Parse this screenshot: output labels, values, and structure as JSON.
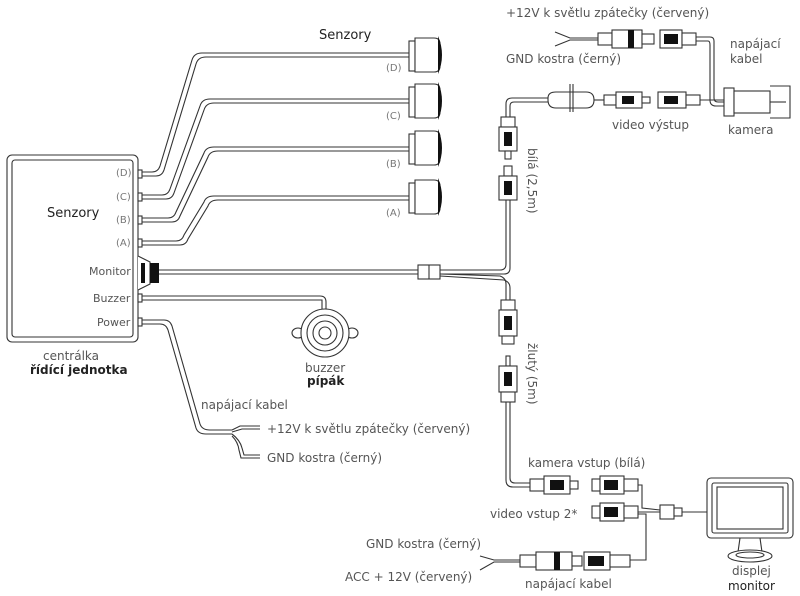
{
  "diagram": {
    "control_unit": {
      "title": "Senzory",
      "ports": [
        "(D)",
        "(C)",
        "(B)",
        "(A)",
        "Monitor",
        "Buzzer",
        "Power"
      ],
      "caption": "centrálka",
      "caption_bold": "řídící jednotka"
    },
    "sensors": {
      "title": "Senzory",
      "labels": [
        "(D)",
        "(C)",
        "(B)",
        "(A)"
      ]
    },
    "buzzer": {
      "caption": "buzzer",
      "caption_bold": "pípák"
    },
    "unit_power": {
      "cable_label": "napájací kabel",
      "red_wire": "+12V k světlu zpátečky (červený)",
      "black_wire": "GND kostra (černý)"
    },
    "camera": {
      "red_wire": "+12V k světlu zpátečky (červený)",
      "black_wire": "GND kostra (černý)",
      "power_cable_label_line1": "napájací",
      "power_cable_label_line2": "kabel",
      "video_out_label": "video výstup",
      "caption": "kamera"
    },
    "cables": {
      "white_cable": "bílá (2,5m)",
      "yellow_cable": "žlutý (5m)"
    },
    "monitor": {
      "camera_input": "kamera vstup (bílá)",
      "video_input_2": "video vstup 2*",
      "gnd_wire": "GND kostra (černý)",
      "acc_wire": "ACC + 12V  (červený)",
      "power_cable_label": "napájací kabel",
      "caption": "displej",
      "caption_bold": "monitor"
    }
  }
}
